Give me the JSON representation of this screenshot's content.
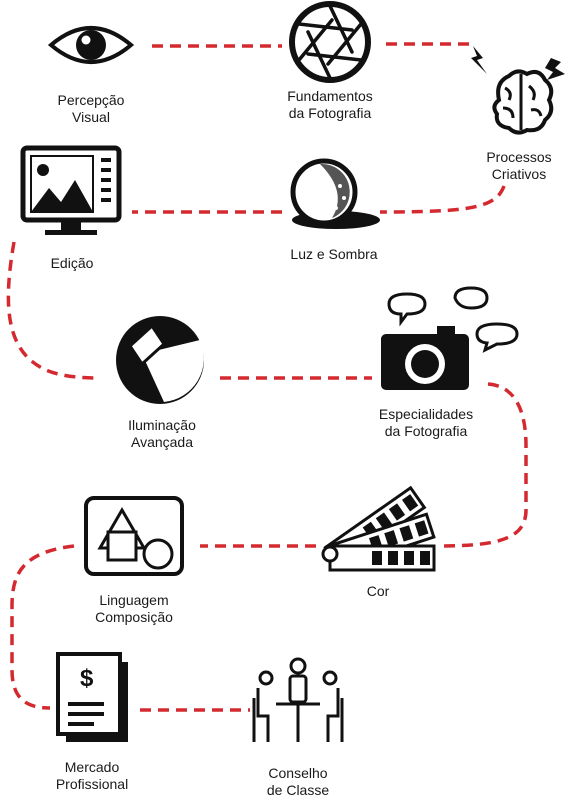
{
  "colors": {
    "path": "#d42a2f",
    "icon": "#111111",
    "background": "#ffffff"
  },
  "steps": [
    {
      "icon": "eye-icon",
      "lines": [
        "Percepção",
        "Visual"
      ]
    },
    {
      "icon": "aperture-icon",
      "lines": [
        "Fundamentos",
        "da Fotografia"
      ]
    },
    {
      "icon": "brain-icon",
      "lines": [
        "Processos",
        "Criativos"
      ]
    },
    {
      "icon": "sphere-shadow-icon",
      "lines": [
        "Luz e Sombra"
      ]
    },
    {
      "icon": "monitor-image-icon",
      "lines": [
        "Edição"
      ]
    },
    {
      "icon": "lighting-icon",
      "lines": [
        "Iluminação",
        "Avançada"
      ]
    },
    {
      "icon": "camera-icon",
      "lines": [
        "Especialidades",
        "da Fotografia"
      ]
    },
    {
      "icon": "color-swatch-icon",
      "lines": [
        "Cor"
      ]
    },
    {
      "icon": "shapes-icon",
      "lines": [
        "Linguagem",
        "Composição"
      ]
    },
    {
      "icon": "document-dollar-icon",
      "lines": [
        "Mercado",
        "Profissional"
      ]
    },
    {
      "icon": "meeting-icon",
      "lines": [
        "Conselho",
        "de Classe"
      ]
    }
  ]
}
